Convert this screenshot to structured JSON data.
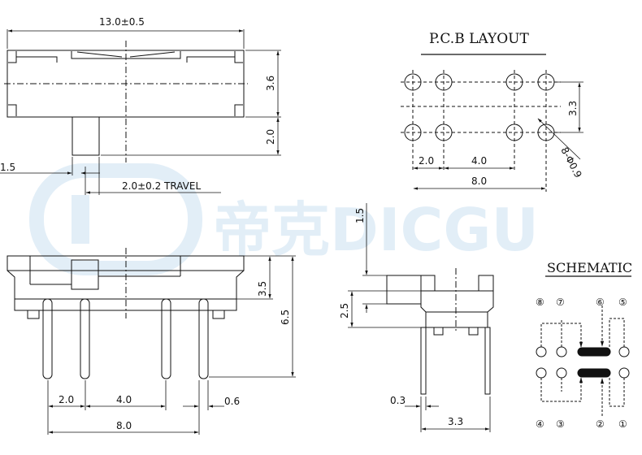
{
  "watermark": {
    "text": "帝克DICGU",
    "color": "#cfe3f2"
  },
  "top_view": {
    "width_dim": "13.0±0.5",
    "height_dim": "3.6",
    "actuator_dim": "2.0",
    "actuator_width_dim": "1.5",
    "travel_dim": "2.0±0.2 TRAVEL"
  },
  "pcb_layout": {
    "title": "P.C.B LAYOUT",
    "pitch_1": "2.0",
    "pitch_2": "4.0",
    "span": "8.0",
    "row_spacing": "3.3",
    "hole_callout": "8-Φ0.9"
  },
  "front_view": {
    "height_1": "3.5",
    "height_2": "6.5",
    "pitch_1": "2.0",
    "pitch_2": "4.0",
    "span": "8.0",
    "pin_width": "0.6"
  },
  "side_view": {
    "actuator_dim": "1.5",
    "height_dim": "2.5",
    "pin_dim": "0.3",
    "depth_dim": "3.3"
  },
  "schematic": {
    "title": "SCHEMATIC",
    "top_labels": [
      "⑧",
      "⑦",
      "⑥",
      "⑤"
    ],
    "bottom_labels": [
      "④",
      "③",
      "②",
      "①"
    ]
  }
}
